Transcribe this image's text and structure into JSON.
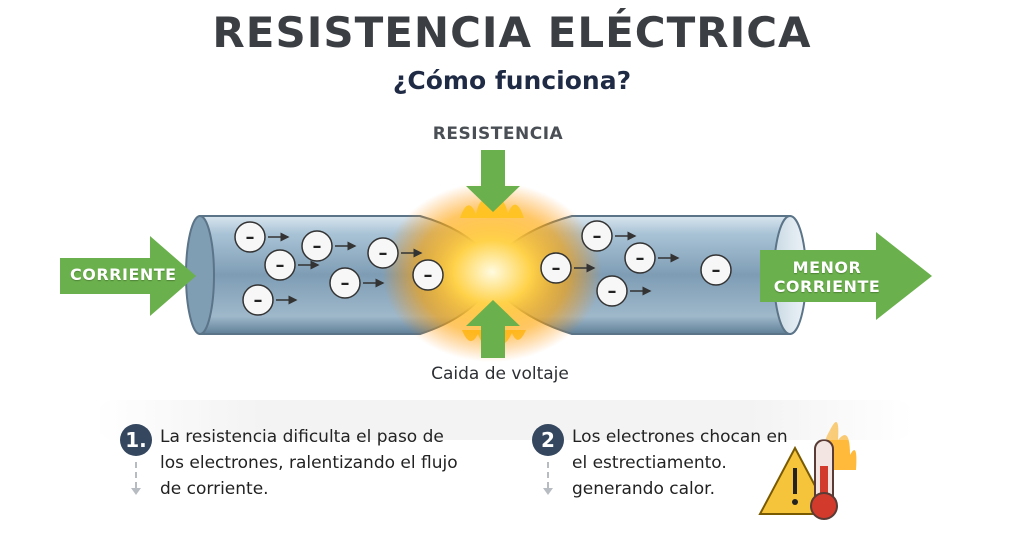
{
  "title": "RESISTENCIA ELÉCTRICA",
  "subtitle": "¿Cómo funciona?",
  "labels": {
    "resistance": "RESISTENCIA",
    "current_in": "CORRIENTE",
    "current_out_line1": "MENOR",
    "current_out_line2": "CORRIENTE",
    "voltage_drop": "Caida de voltaje"
  },
  "electron_symbol": "–",
  "steps": [
    {
      "number": "1.",
      "lines": [
        "La resistencia dificulta el paso de",
        "los electrones, ralentizando el flujo",
        "de corriente."
      ]
    },
    {
      "number": "2",
      "lines": [
        "Los electrones chocan en",
        "el estrectiamento.",
        "generando calor."
      ]
    }
  ],
  "colors": {
    "arrow_green": "#6ab04c",
    "badge": "#34475f",
    "title": "#3b3f44",
    "tube": "#8fb0c8",
    "spark": "#ffb400"
  },
  "icons": [
    "warning-icon",
    "thermometer-icon",
    "flame-icon"
  ]
}
